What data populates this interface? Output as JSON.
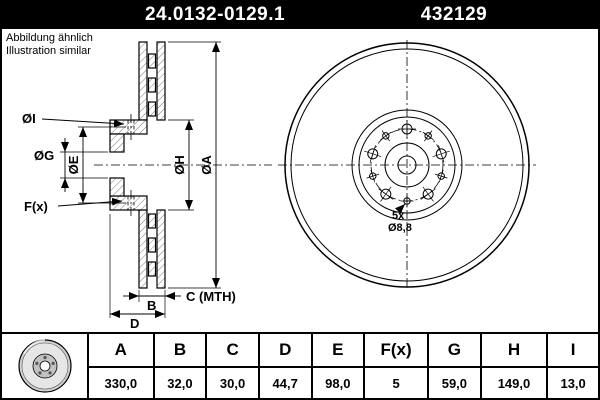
{
  "header": {
    "part_number": "24.0132-0129.1",
    "order_number": "432129"
  },
  "note": {
    "line1": "Abbildung ähnlich",
    "line2": "Illustration similar"
  },
  "drawing": {
    "labels": {
      "dia_i": "ØI",
      "dia_g": "ØG",
      "dia_e": "ØE",
      "f_x": "F(x)",
      "dia_h": "ØH",
      "dia_a": "ØA",
      "b": "B",
      "c_mth": "C (MTH)",
      "d": "D",
      "holes_count": "5x",
      "holes_dia": "Ø8,8"
    }
  },
  "table": {
    "columns": [
      "A",
      "B",
      "C",
      "D",
      "E",
      "F(x)",
      "G",
      "H",
      "I"
    ],
    "values": [
      "330,0",
      "32,0",
      "30,0",
      "44,7",
      "98,0",
      "5",
      "59,0",
      "149,0",
      "13,0"
    ]
  },
  "colors": {
    "ink": "#000000",
    "paper": "#ffffff",
    "header_bg": "#000000",
    "header_text": "#ffffff"
  }
}
